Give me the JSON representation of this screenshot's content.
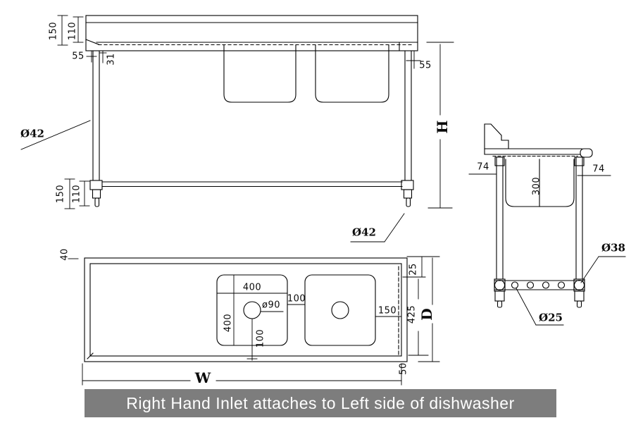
{
  "front_view": {
    "splash_height": "150",
    "splash_upper": "110",
    "left_overhang": "55",
    "leg_inset": "31",
    "right_overhang": "55",
    "height_label": "H",
    "leg_dia": "Ø42",
    "foot_dia": "Ø42",
    "undershelf_height": "150",
    "undershelf_clearance": "110"
  },
  "plan_view": {
    "edge_offset": "40",
    "bowl_width": "400",
    "bowl_depth": "400",
    "drain_dia": "ø90",
    "bowl_gap": "100",
    "drain_offset": "100",
    "right_gap": "150",
    "back_edge": "25",
    "inner_depth": "425",
    "depth_label": "D",
    "front_edge": "50",
    "width_label": "W"
  },
  "side_view": {
    "front_leg_inset": "74",
    "back_leg_inset": "74",
    "bowl_height": "300",
    "rail_dia": "Ø38",
    "rung_dia": "Ø25"
  },
  "caption": {
    "text": "Right Hand Inlet attaches to Left side of dishwasher"
  },
  "colors": {
    "line": "#000000",
    "caption_bg": "#7d7d7d",
    "caption_fg": "#ffffff",
    "background": "#ffffff"
  }
}
